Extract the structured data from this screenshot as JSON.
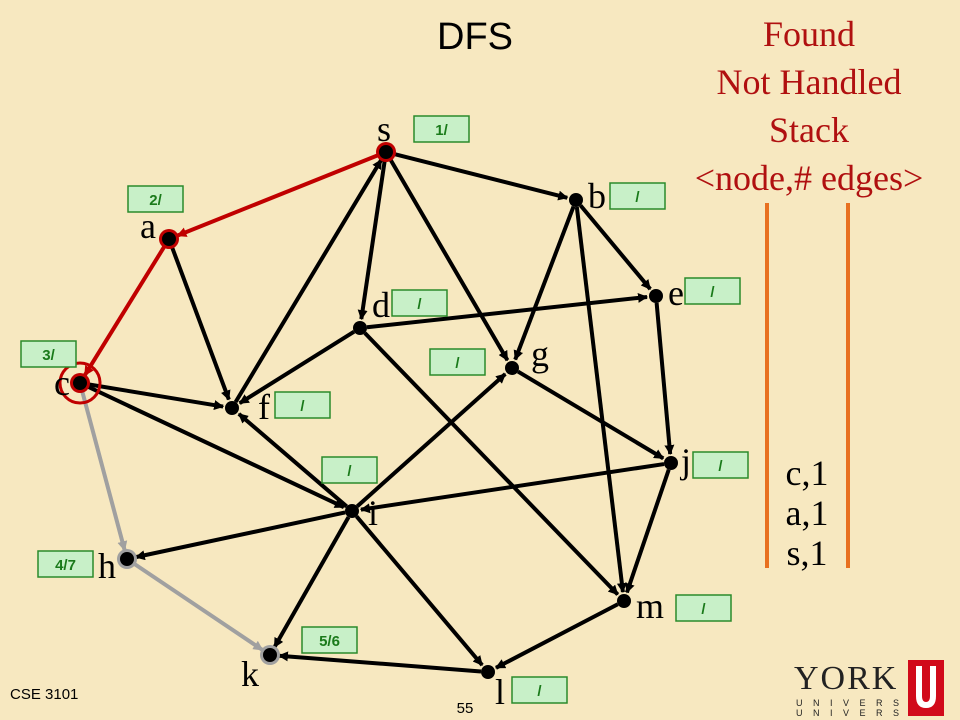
{
  "slide": {
    "title": "DFS",
    "legend": [
      "Found",
      "Not Handled",
      "Stack",
      "<node,# edges>"
    ],
    "stack": [
      "c,1",
      "a,1",
      "s,1"
    ],
    "footer_left": "CSE 3101",
    "page_number": "55",
    "logo": {
      "word": "YORK",
      "line1": "U N I V E R S I T É",
      "line2": "U N I V E R S I T Y",
      "mark": "U"
    }
  },
  "colors": {
    "background": "#f7e8c0",
    "visited_edge": "#c00000",
    "done_edge": "#a0a0a0",
    "edge": "#000000",
    "label_box_fill": "#c8f0c8",
    "label_box_border": "#2a8a2a",
    "label_text": "#1a7a1a",
    "stack_bar": "#e87020",
    "legend_text": "#b01010"
  },
  "graph": {
    "nodes": [
      {
        "id": "s",
        "label": "s",
        "time": "1/",
        "state": "found"
      },
      {
        "id": "a",
        "label": "a",
        "time": "2/",
        "state": "found"
      },
      {
        "id": "b",
        "label": "b",
        "time": "/",
        "state": "unvisited"
      },
      {
        "id": "c",
        "label": "c",
        "time": "3/",
        "state": "current"
      },
      {
        "id": "d",
        "label": "d",
        "time": "/",
        "state": "unvisited"
      },
      {
        "id": "e",
        "label": "e",
        "time": "/",
        "state": "unvisited"
      },
      {
        "id": "f",
        "label": "f",
        "time": "/",
        "state": "unvisited"
      },
      {
        "id": "g",
        "label": "g",
        "time": "/",
        "state": "unvisited"
      },
      {
        "id": "h",
        "label": "h",
        "time": "4/7",
        "state": "handled"
      },
      {
        "id": "i",
        "label": "i",
        "time": "/",
        "state": "unvisited"
      },
      {
        "id": "j",
        "label": "j",
        "time": "/",
        "state": "unvisited"
      },
      {
        "id": "k",
        "label": "k",
        "time": "5/6",
        "state": "handled"
      },
      {
        "id": "l",
        "label": "l",
        "time": "/",
        "state": "unvisited"
      },
      {
        "id": "m",
        "label": "m",
        "time": "/",
        "state": "unvisited"
      }
    ],
    "edges": [
      {
        "from": "s",
        "to": "a",
        "kind": "tree"
      },
      {
        "from": "a",
        "to": "c",
        "kind": "tree"
      },
      {
        "from": "c",
        "to": "h",
        "kind": "done"
      },
      {
        "from": "h",
        "to": "k",
        "kind": "done"
      },
      {
        "from": "s",
        "to": "b",
        "kind": "normal"
      },
      {
        "from": "s",
        "to": "d",
        "kind": "normal"
      },
      {
        "from": "s",
        "to": "g",
        "kind": "normal"
      },
      {
        "from": "f",
        "to": "s",
        "kind": "normal"
      },
      {
        "from": "a",
        "to": "f",
        "kind": "normal"
      },
      {
        "from": "c",
        "to": "f",
        "kind": "normal"
      },
      {
        "from": "c",
        "to": "i",
        "kind": "normal"
      },
      {
        "from": "b",
        "to": "e",
        "kind": "normal"
      },
      {
        "from": "b",
        "to": "g",
        "kind": "normal"
      },
      {
        "from": "b",
        "to": "m",
        "kind": "normal"
      },
      {
        "from": "d",
        "to": "e",
        "kind": "normal"
      },
      {
        "from": "d",
        "to": "f",
        "kind": "normal"
      },
      {
        "from": "d",
        "to": "m",
        "kind": "normal"
      },
      {
        "from": "e",
        "to": "j",
        "kind": "normal"
      },
      {
        "from": "g",
        "to": "j",
        "kind": "normal"
      },
      {
        "from": "i",
        "to": "g",
        "kind": "normal"
      },
      {
        "from": "i",
        "to": "f",
        "kind": "normal"
      },
      {
        "from": "i",
        "to": "h",
        "kind": "normal"
      },
      {
        "from": "i",
        "to": "k",
        "kind": "normal"
      },
      {
        "from": "i",
        "to": "l",
        "kind": "normal"
      },
      {
        "from": "j",
        "to": "i",
        "kind": "normal"
      },
      {
        "from": "j",
        "to": "m",
        "kind": "normal"
      },
      {
        "from": "m",
        "to": "l",
        "kind": "normal"
      },
      {
        "from": "l",
        "to": "k",
        "kind": "normal"
      }
    ]
  }
}
